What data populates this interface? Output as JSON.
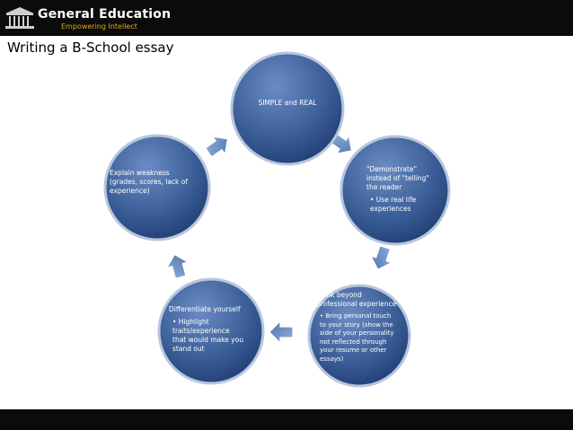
{
  "header": {
    "brand": "General Education",
    "tagline": "Empowering Intellect"
  },
  "slide": {
    "title": "Writing a B-School essay"
  },
  "cycle": {
    "nodes": [
      {
        "text": "SIMPLE and REAL",
        "bullet": ""
      },
      {
        "text": "\"Demonstrate\" instead of \"telling\" the reader",
        "bullet": "• Use real life experiences"
      },
      {
        "text": "Think beyond professional experience",
        "bullet": "• Bring personal touch to your story (show the side of your personality not reflected through your resume or other essays)"
      },
      {
        "text": "Differentiate yourself",
        "bullet": "• Highlight traits/experience that would make you stand out"
      },
      {
        "text": "Explain weakness (grades, scores, lack of experience)",
        "bullet": ""
      }
    ]
  },
  "colors": {
    "node_fill_light": "#5a7bb4",
    "node_fill_dark": "#1f3d73",
    "arrow_fill": "#6f93c4",
    "bar": "#0b0b0b",
    "tagline": "#e5a61a"
  }
}
